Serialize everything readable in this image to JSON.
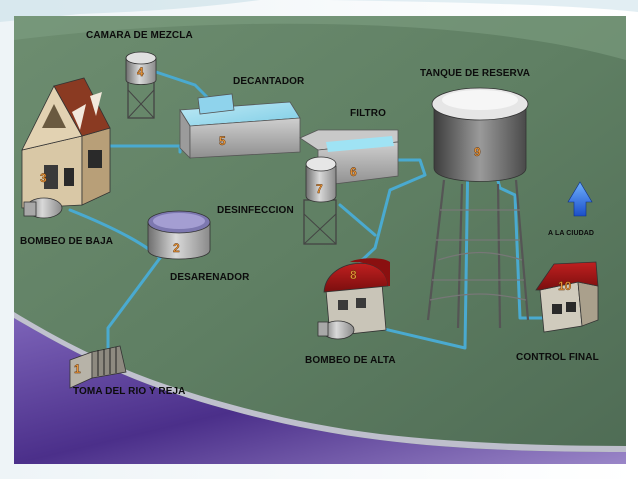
{
  "labels": {
    "camara": "CAMARA DE MEZCLA",
    "decantador": "DECANTADOR",
    "filtro": "FILTRO",
    "tanque": "TANQUE DE RESERVA",
    "bombeo_baja": "BOMBEO DE BAJA",
    "desinfeccion": "DESINFECCION",
    "a_la_ciudad": "A LA CIUDAD",
    "desarenador": "DESARENADOR",
    "bombeo_alta": "BOMBEO DE ALTA",
    "control_final": "CONTROL FINAL",
    "toma": "TOMA DEL RIO Y REJA"
  },
  "numbers": {
    "n1": "1",
    "n2": "2",
    "n3": "3",
    "n4": "4",
    "n5": "5",
    "n6": "6",
    "n7": "7",
    "n8": "8",
    "n9": "9",
    "n10": "10"
  },
  "colors": {
    "terrain": "#5e7e62",
    "pipe": "#4aaad0",
    "river": "#5a3f96",
    "label_number": "#e8963a"
  }
}
